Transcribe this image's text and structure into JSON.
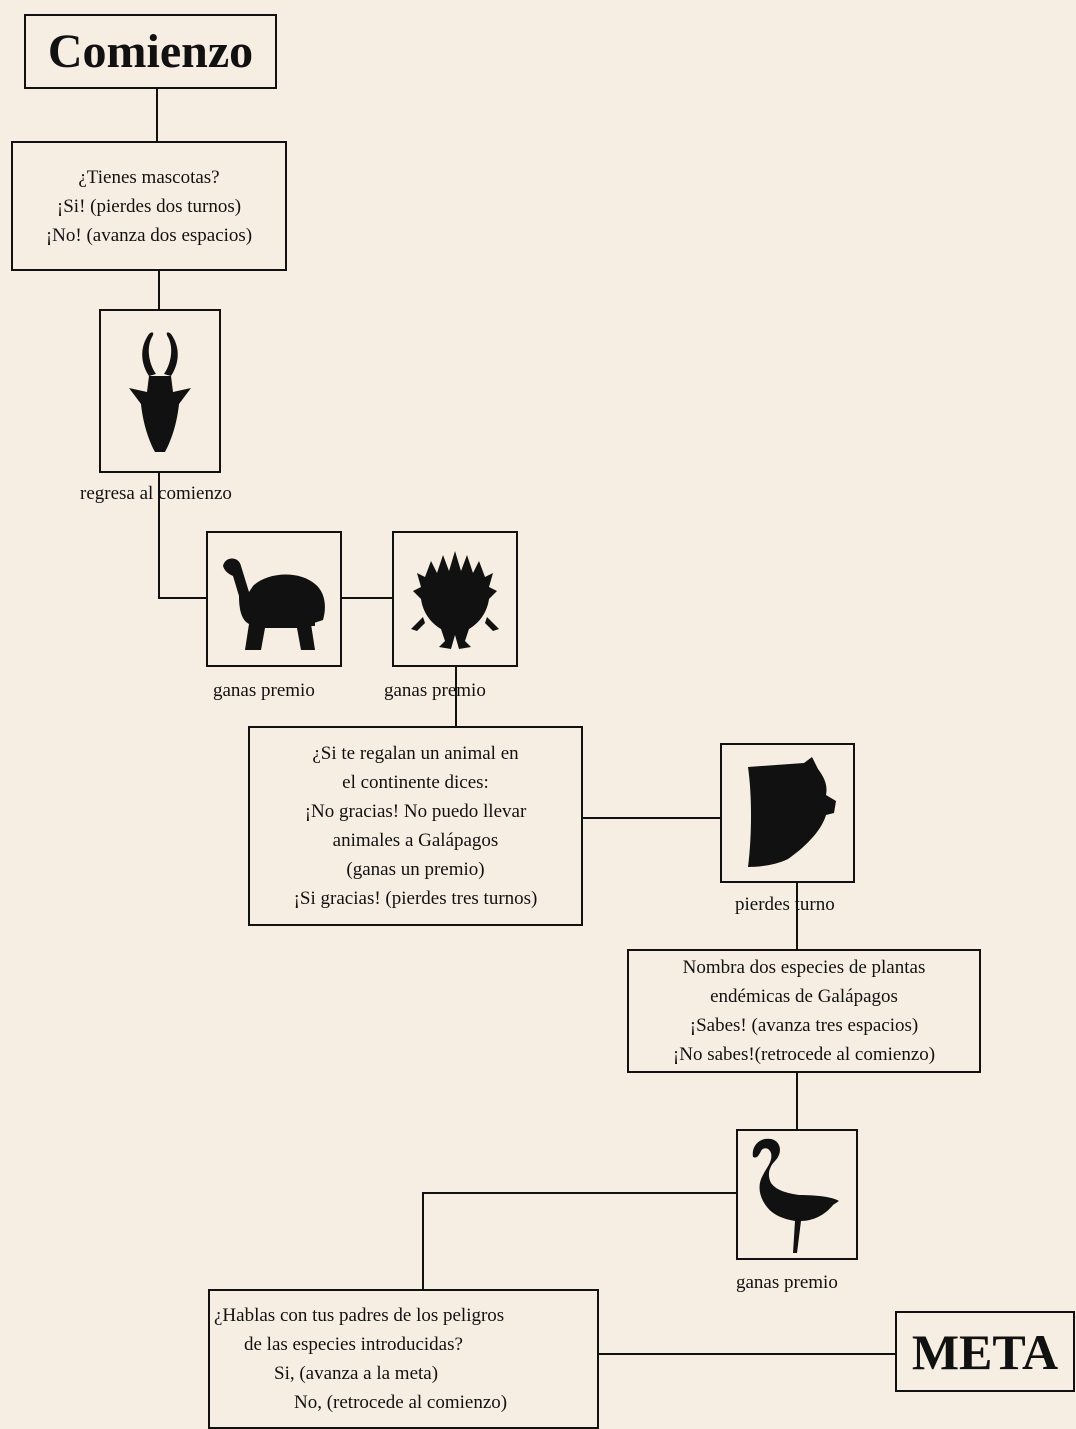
{
  "start": {
    "label": "Comienzo"
  },
  "goal": {
    "label": "META"
  },
  "q_pets": {
    "lines": [
      "¿Tienes mascotas?",
      "¡Si! (pierdes dos turnos)",
      "¡No! (avanza dos espacios)"
    ]
  },
  "q_gift": {
    "lines": [
      "¿Si te regalan un animal en",
      "el continente dices:",
      "¡No gracias! No puedo llevar",
      "animales a Galápagos",
      "(ganas un premio)",
      "¡Si gracias! (pierdes tres turnos)"
    ]
  },
  "q_plants": {
    "lines": [
      "Nombra dos especies de plantas",
      "endémicas de Galápagos",
      "¡Sabes! (avanza tres espacios)",
      "¡No sabes!(retrocede al comienzo)"
    ]
  },
  "q_parents": {
    "lines": [
      "¿Hablas con tus padres de los peligros",
      "de las especies introducidas?",
      "Si, (avanza a la meta)",
      "No, (retrocede al comienzo)"
    ]
  },
  "squares": [
    {
      "icon": "antelope-head-icon",
      "caption": "regresa al comienzo"
    },
    {
      "icon": "giant-tortoise-icon",
      "caption": "ganas premio"
    },
    {
      "icon": "iguana-icon",
      "caption": "ganas premio"
    },
    {
      "icon": "pig-head-icon",
      "caption": "pierdes turno"
    },
    {
      "icon": "flamingo-icon",
      "caption": "ganas premio"
    }
  ]
}
